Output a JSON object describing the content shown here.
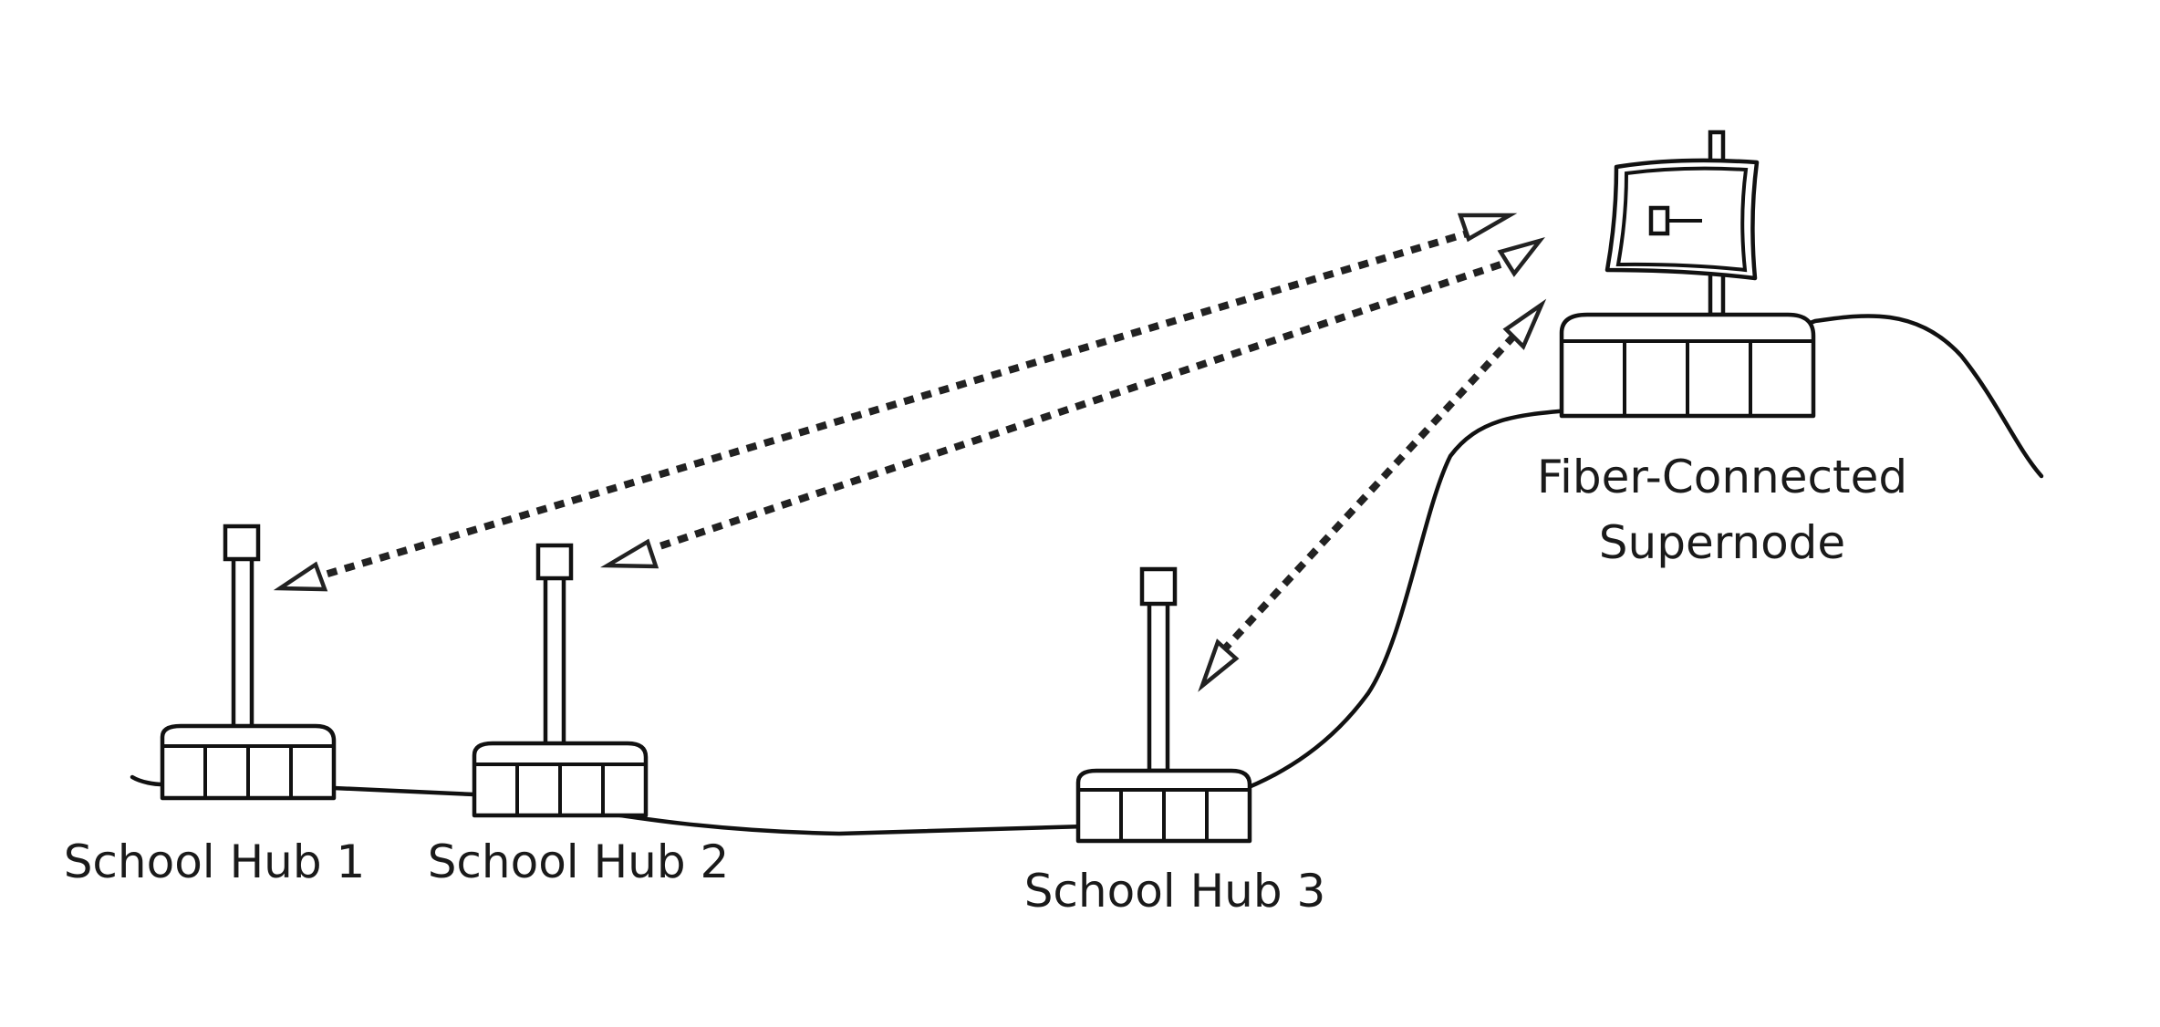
{
  "nodes": {
    "hub1": {
      "label": "School Hub 1"
    },
    "hub2": {
      "label": "School Hub 2"
    },
    "hub3": {
      "label": "School Hub 3"
    },
    "supernode": {
      "label_line1": "Fiber-Connected",
      "label_line2": "Supernode"
    }
  },
  "links": [
    {
      "from": "supernode",
      "to": "hub1",
      "style": "dashed",
      "direction": "bidirectional"
    },
    {
      "from": "supernode",
      "to": "hub2",
      "style": "dashed",
      "direction": "bidirectional"
    },
    {
      "from": "supernode",
      "to": "hub3",
      "style": "dashed",
      "direction": "bidirectional"
    }
  ],
  "colors": {
    "line": "#111111",
    "background": "#ffffff"
  }
}
